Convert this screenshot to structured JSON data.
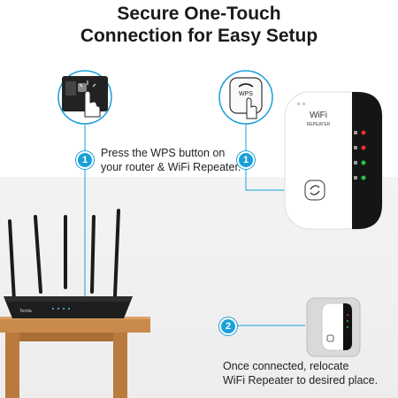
{
  "headline": {
    "line1": "Secure One-Touch",
    "line2": "Connection for Easy Setup"
  },
  "steps": [
    {
      "number": "1",
      "text_line1": "Press the WPS button on",
      "text_line2": "your router & WiFi Repeater."
    },
    {
      "number": "2",
      "text_line1": "Once connected, relocate",
      "text_line2": "WiFi Repeater to desired place."
    }
  ],
  "router": {
    "brand": "Tenda"
  },
  "router_zoom": {
    "label": "WPS"
  },
  "repeater": {
    "brand_line1": "WiFi",
    "brand_line2": "REPEATER"
  },
  "colors": {
    "accent": "#1aa0d8",
    "headline": "#1a1a1a",
    "table": "#c98a4b"
  },
  "icons": [
    "hand-pointer-icon",
    "wps-icon"
  ]
}
